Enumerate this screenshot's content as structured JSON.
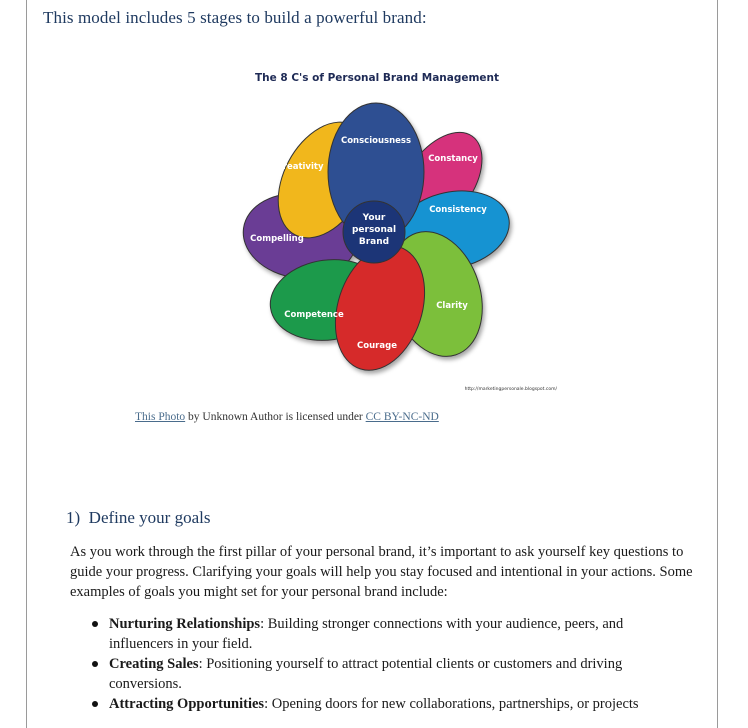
{
  "intro": "This model includes 5 stages to build a powerful brand:",
  "diagram": {
    "title": "The 8 C's of Personal Brand Management",
    "center": [
      "Your",
      "personal",
      "Brand"
    ],
    "petals": {
      "consciousness": "Consciousness",
      "constancy": "Constancy",
      "consistency": "Consistency",
      "clarity": "Clarity",
      "courage": "Courage",
      "competence": "Competence",
      "compelling": "Compelling",
      "creativity": "Creativity"
    },
    "source_url": "http://marketingpersonale.blogspot.com/",
    "colors": {
      "consciousness": "#2e4f92",
      "constancy": "#d6317c",
      "consistency": "#1593d2",
      "clarity": "#7cbf3a",
      "courage": "#d62a2a",
      "competence": "#1f9a4c",
      "compelling": "#6a3d95",
      "creativity": "#f1b71c",
      "center": "#1e3677"
    }
  },
  "attribution": {
    "link1": "This Photo",
    "middle": " by Unknown Author is licensed under ",
    "link2": "CC BY-NC-ND"
  },
  "section": {
    "title": "1)  Define your goals",
    "paragraph": "As you work through the first pillar of your personal brand, it’s important to ask yourself key questions to guide your progress. Clarifying your goals will help you stay focused and intentional in your actions. Some examples of goals you might set for your personal brand include:",
    "bullets": [
      {
        "term": "Nurturing Relationships",
        "text": ": Building stronger connections with your audience, peers, and influencers in your field."
      },
      {
        "term": "Creating Sales",
        "text": ": Positioning yourself to attract potential clients or customers and driving conversions."
      },
      {
        "term": "Attracting Opportunities",
        "text": ": Opening doors for new collaborations, partnerships, or projects"
      }
    ]
  }
}
